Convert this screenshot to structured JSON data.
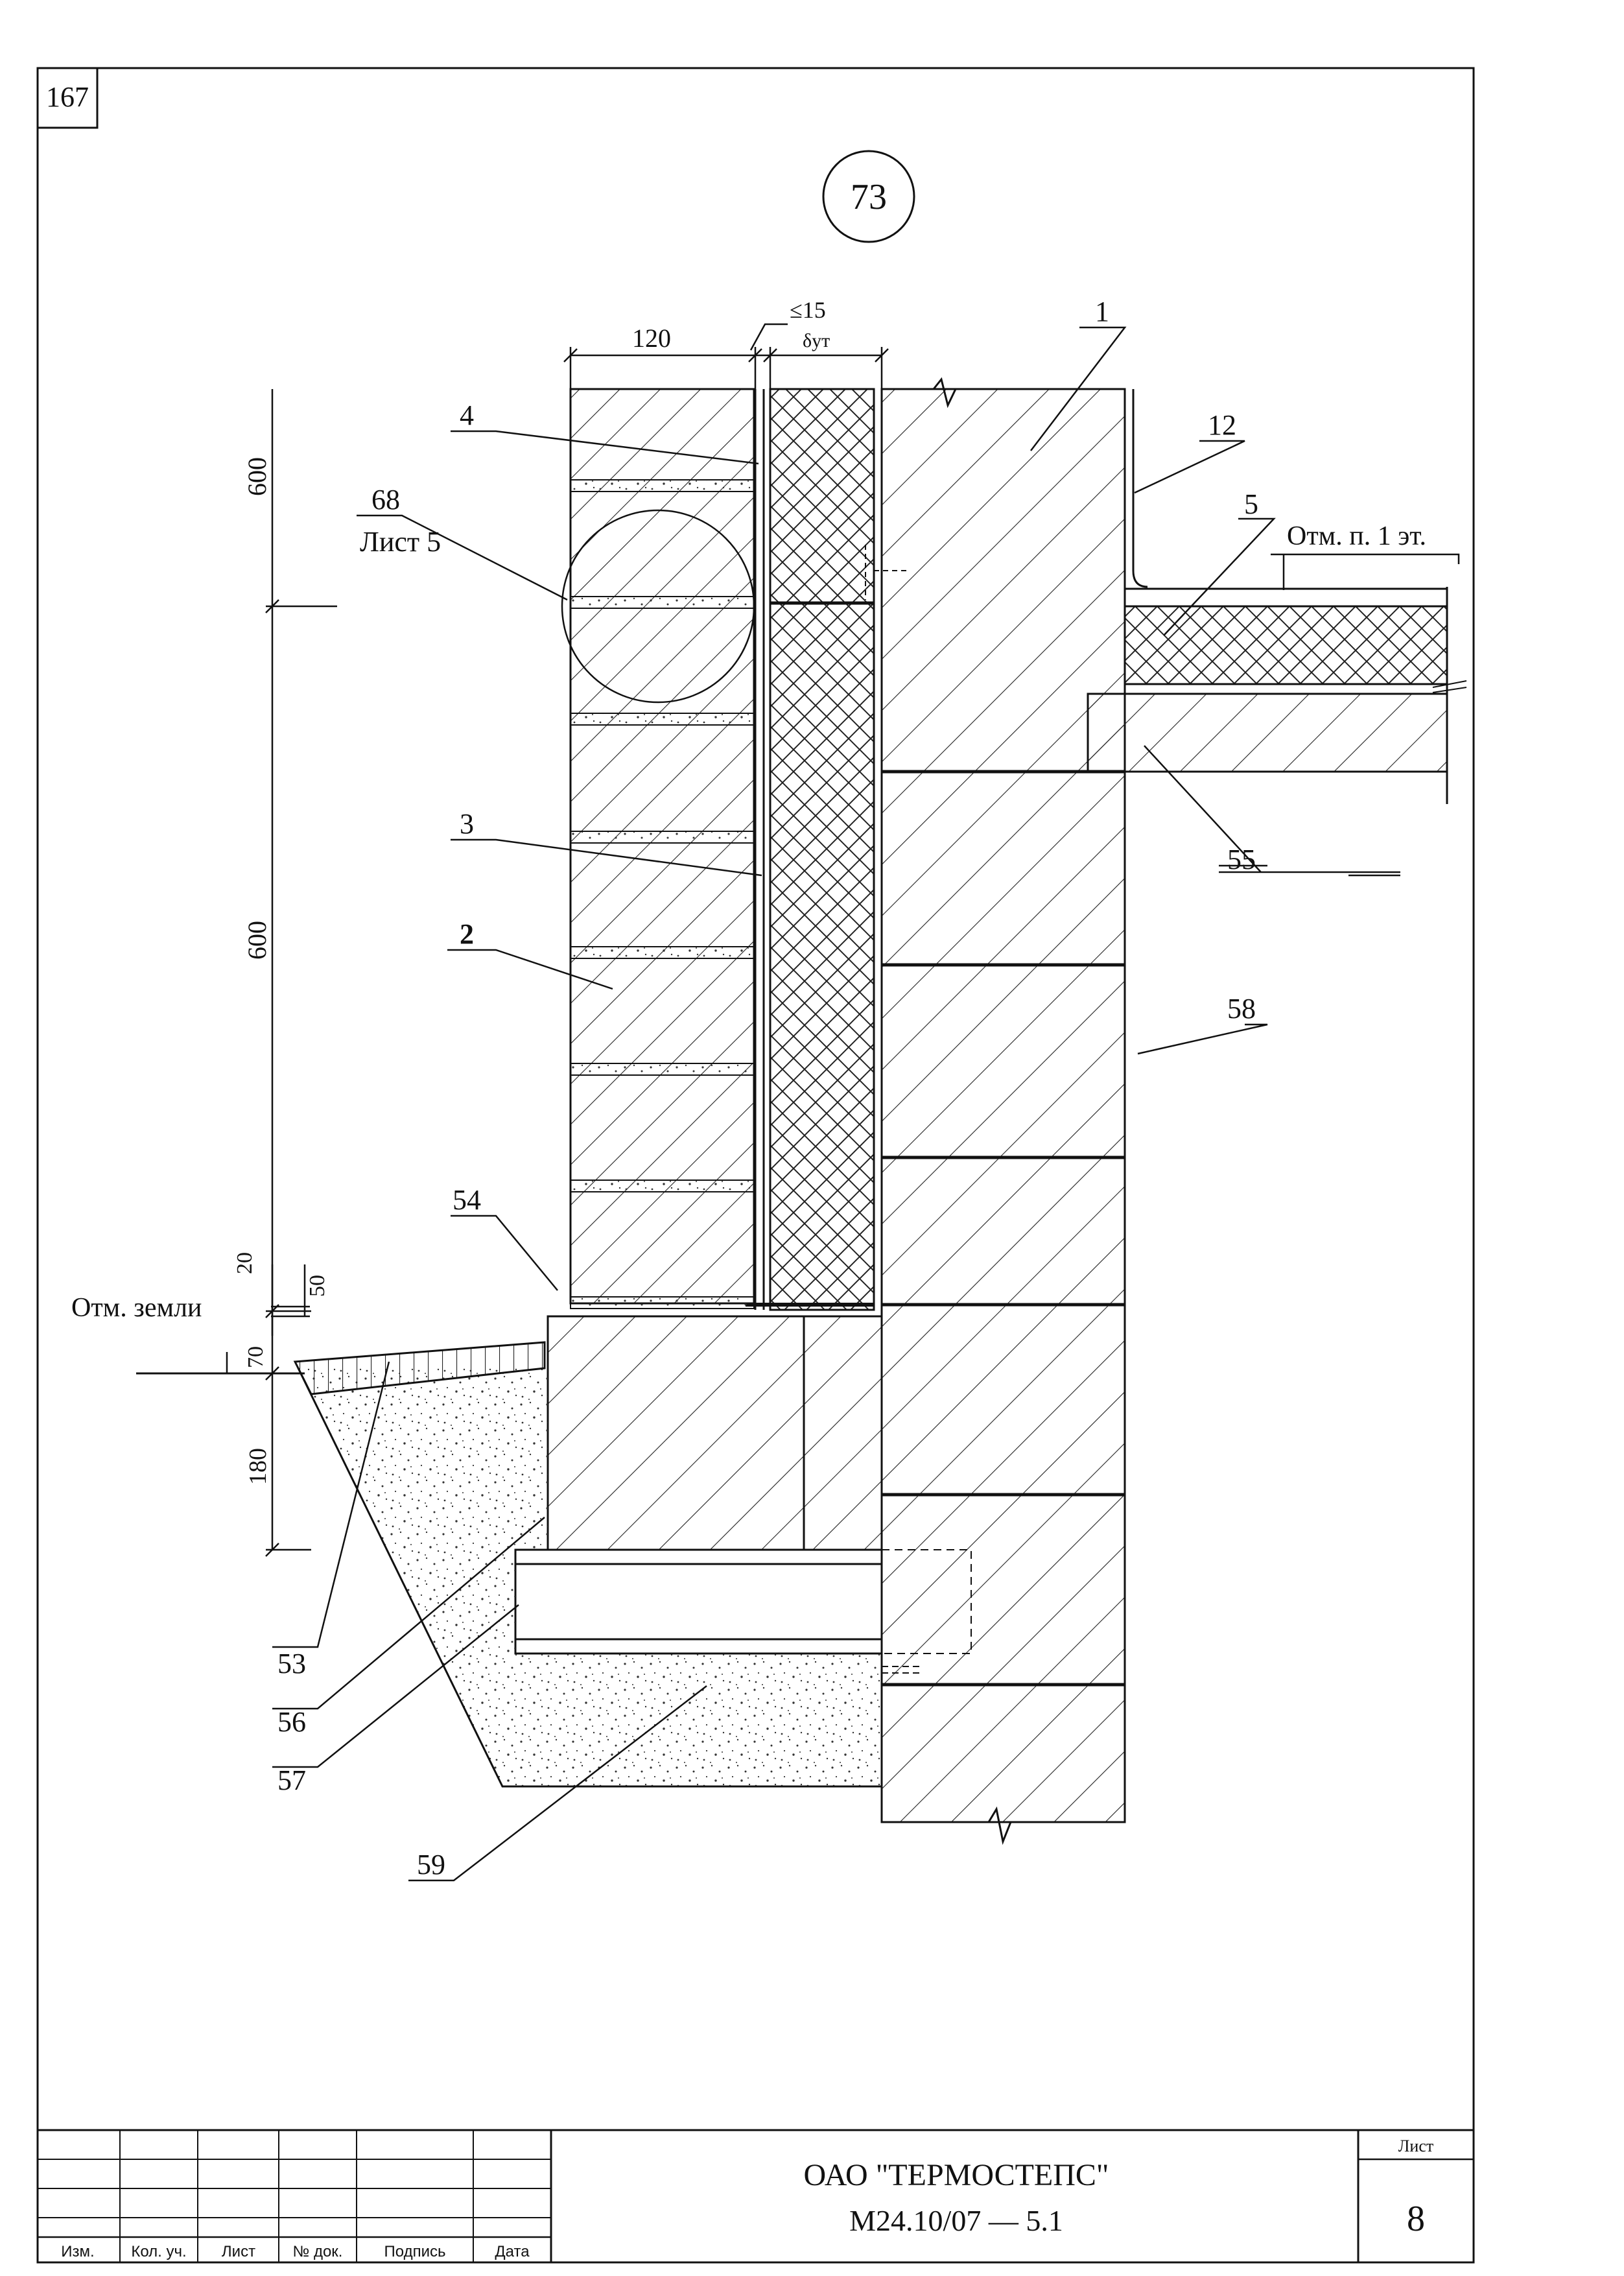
{
  "sheet": {
    "page_number": "167",
    "detail_number": "73"
  },
  "dimensions": {
    "d120": "120",
    "d15": "≤15",
    "dins": "δут",
    "d600a": "600",
    "d600b": "600",
    "d20": "20",
    "d50": "50",
    "d70": "70",
    "d180": "180"
  },
  "levels": {
    "ground": "Отм. земли",
    "floor": "Отм. п. 1 эт."
  },
  "callouts": {
    "c1": "1",
    "c2": "2",
    "c3": "3",
    "c4": "4",
    "c5": "5",
    "c12": "12",
    "c53": "53",
    "c54": "54",
    "c55": "55",
    "c56": "56",
    "c57": "57",
    "c58": "58",
    "c59": "59",
    "ref_num": "68",
    "ref_sheet": "Лист 5"
  },
  "title_block": {
    "col_izm": "Изм.",
    "col_kol": "Кол. уч.",
    "col_list": "Лист",
    "col_doc": "№ док.",
    "col_sign": "Подпись",
    "col_date": "Дата",
    "org": "ОАО \"ТЕРМОСТЕПС\"",
    "code": "М24.10/07  —  5.1",
    "sheet_label": "Лист",
    "sheet_no": "8"
  }
}
